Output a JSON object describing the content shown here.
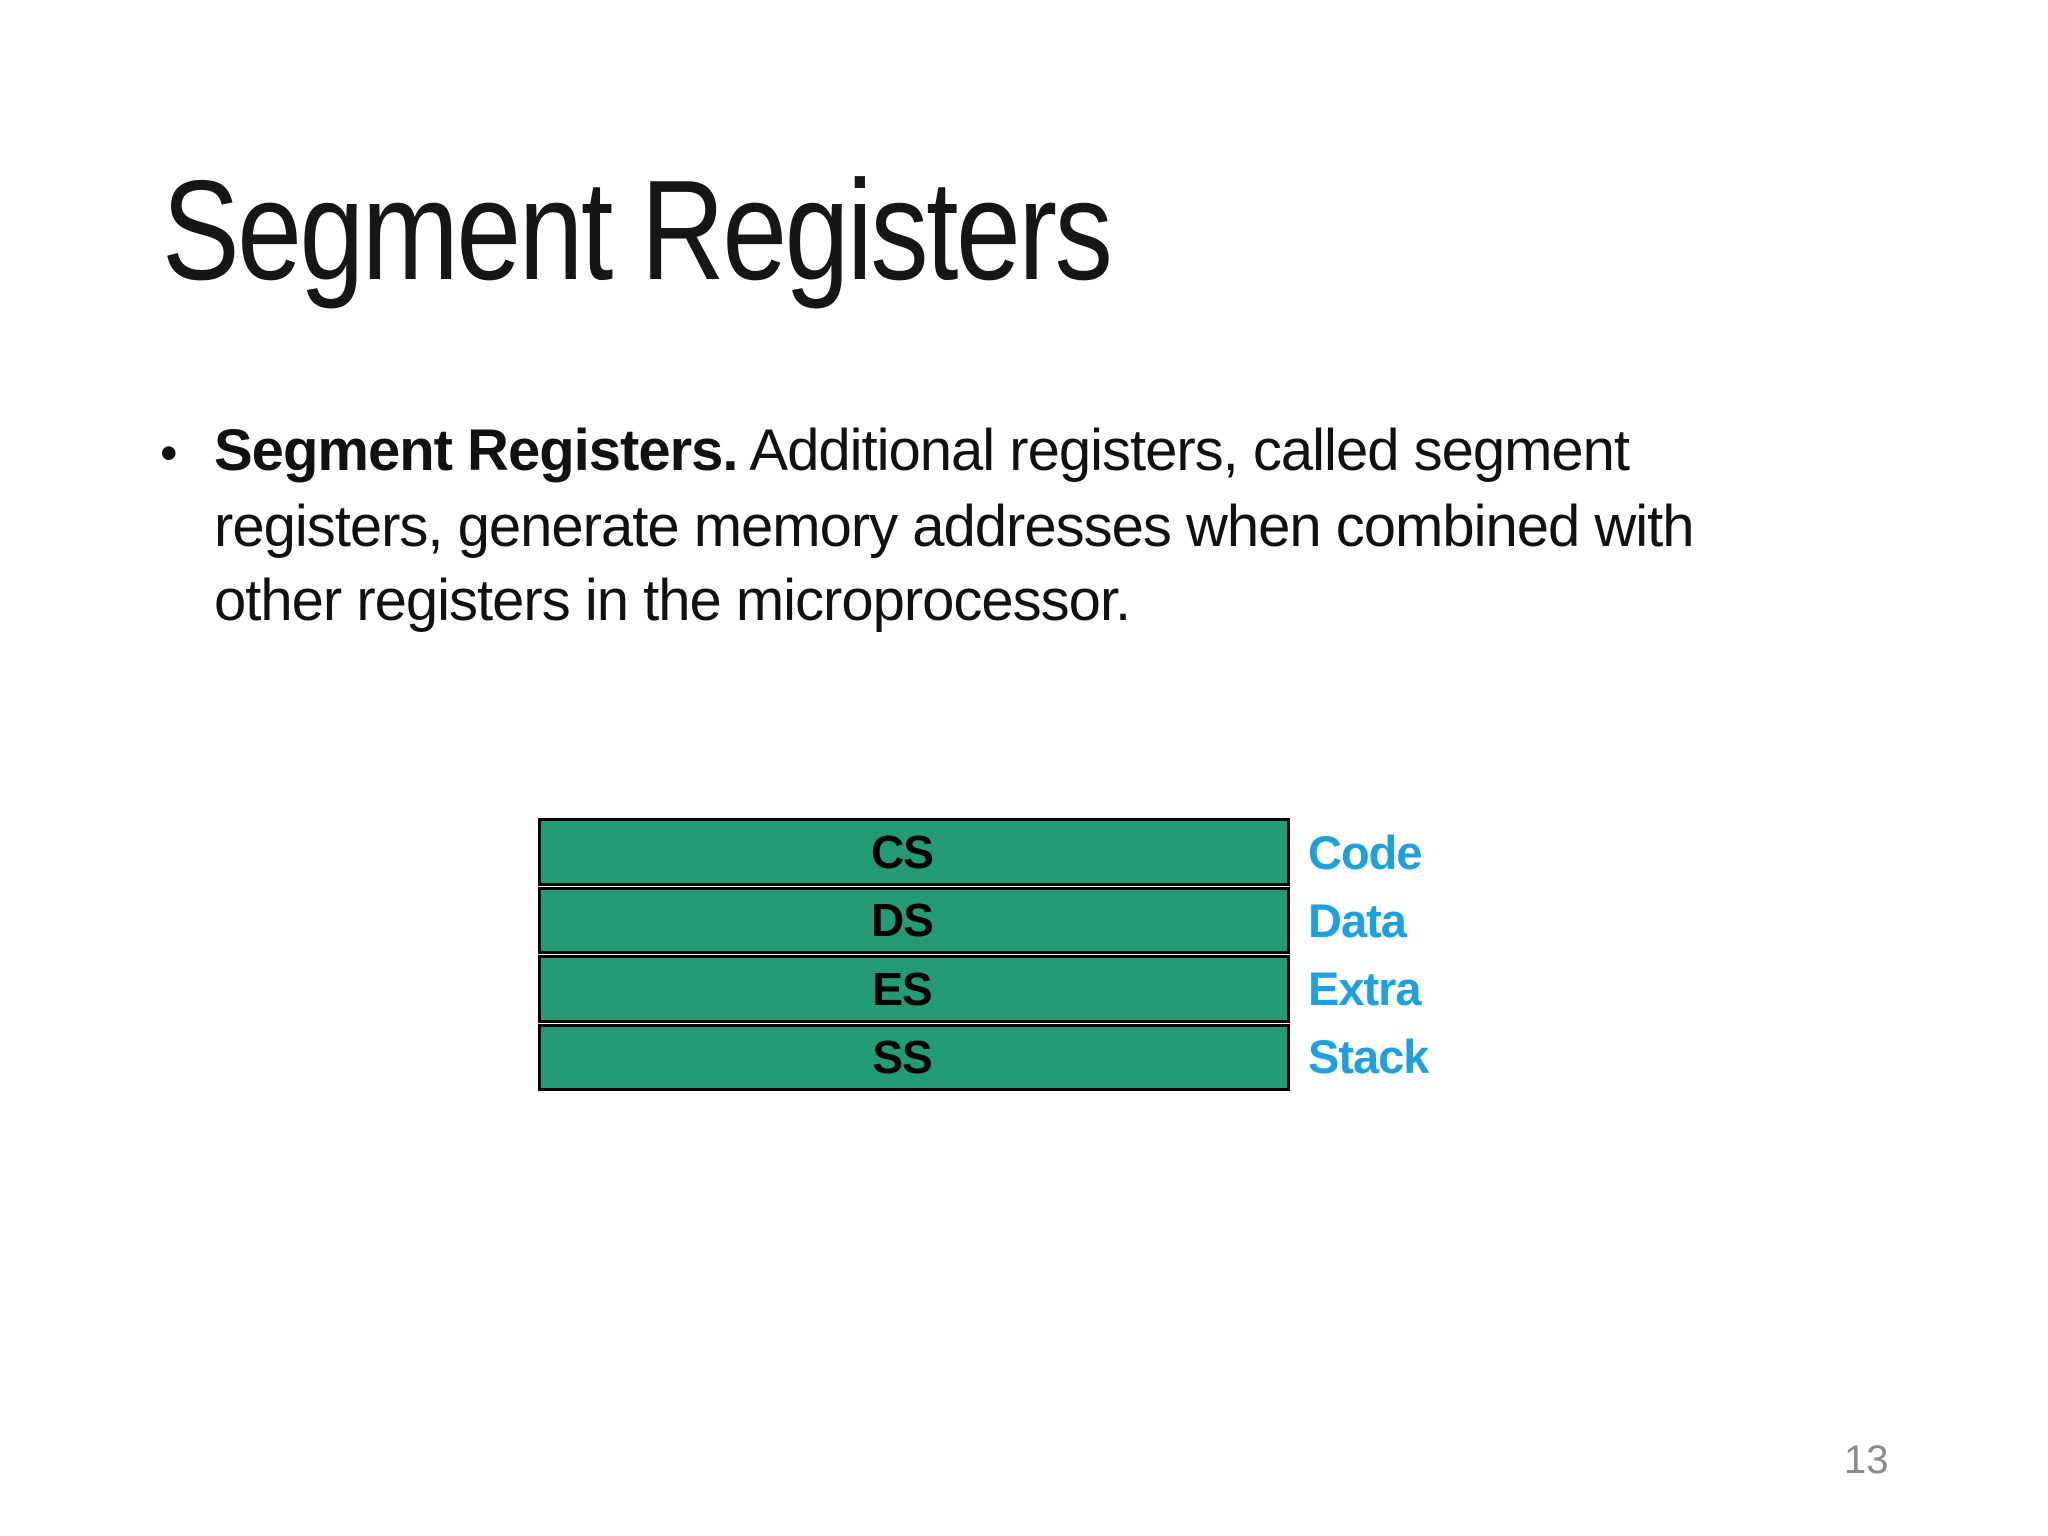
{
  "slide": {
    "title": "Segment Registers",
    "bullet": {
      "marker": "•",
      "lead_bold": "Segment Registers.",
      "line1_rest": " Additional registers, called segment",
      "line2": "registers, generate memory addresses when combined with",
      "line3": "other registers in the microprocessor."
    },
    "page_number": "13"
  },
  "diagram": {
    "rows": [
      {
        "abbr": "CS",
        "label": "Code"
      },
      {
        "abbr": "DS",
        "label": "Data"
      },
      {
        "abbr": "ES",
        "label": "Extra"
      },
      {
        "abbr": "SS",
        "label": "Stack"
      }
    ],
    "colors": {
      "register_fill": "#239b76",
      "register_border": "#000000",
      "register_text": "#000000",
      "type_label": "#1e9fde"
    }
  }
}
